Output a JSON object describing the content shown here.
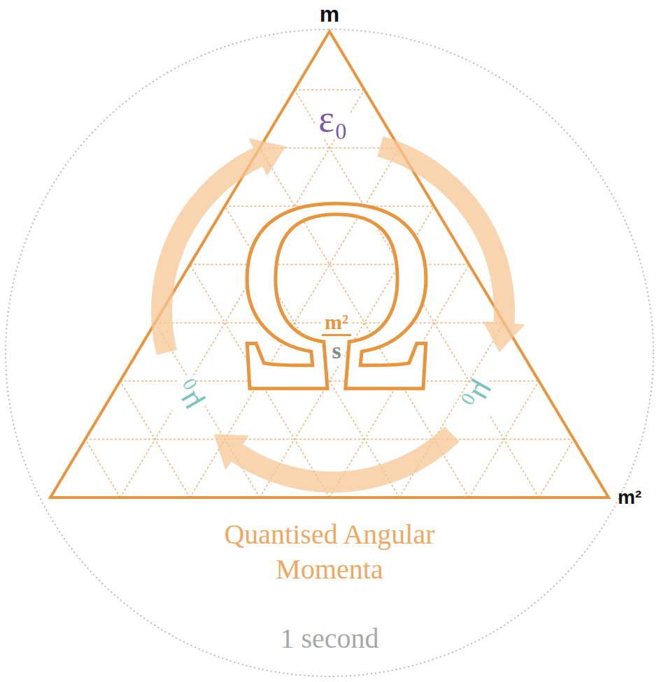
{
  "diagram": {
    "labels": [
      "m",
      "ε₀",
      "Ω",
      "m²",
      "s",
      "μ₀",
      "μ₀",
      "m²",
      "Quantised Angular Momenta",
      "1 second"
    ]
  }
}
